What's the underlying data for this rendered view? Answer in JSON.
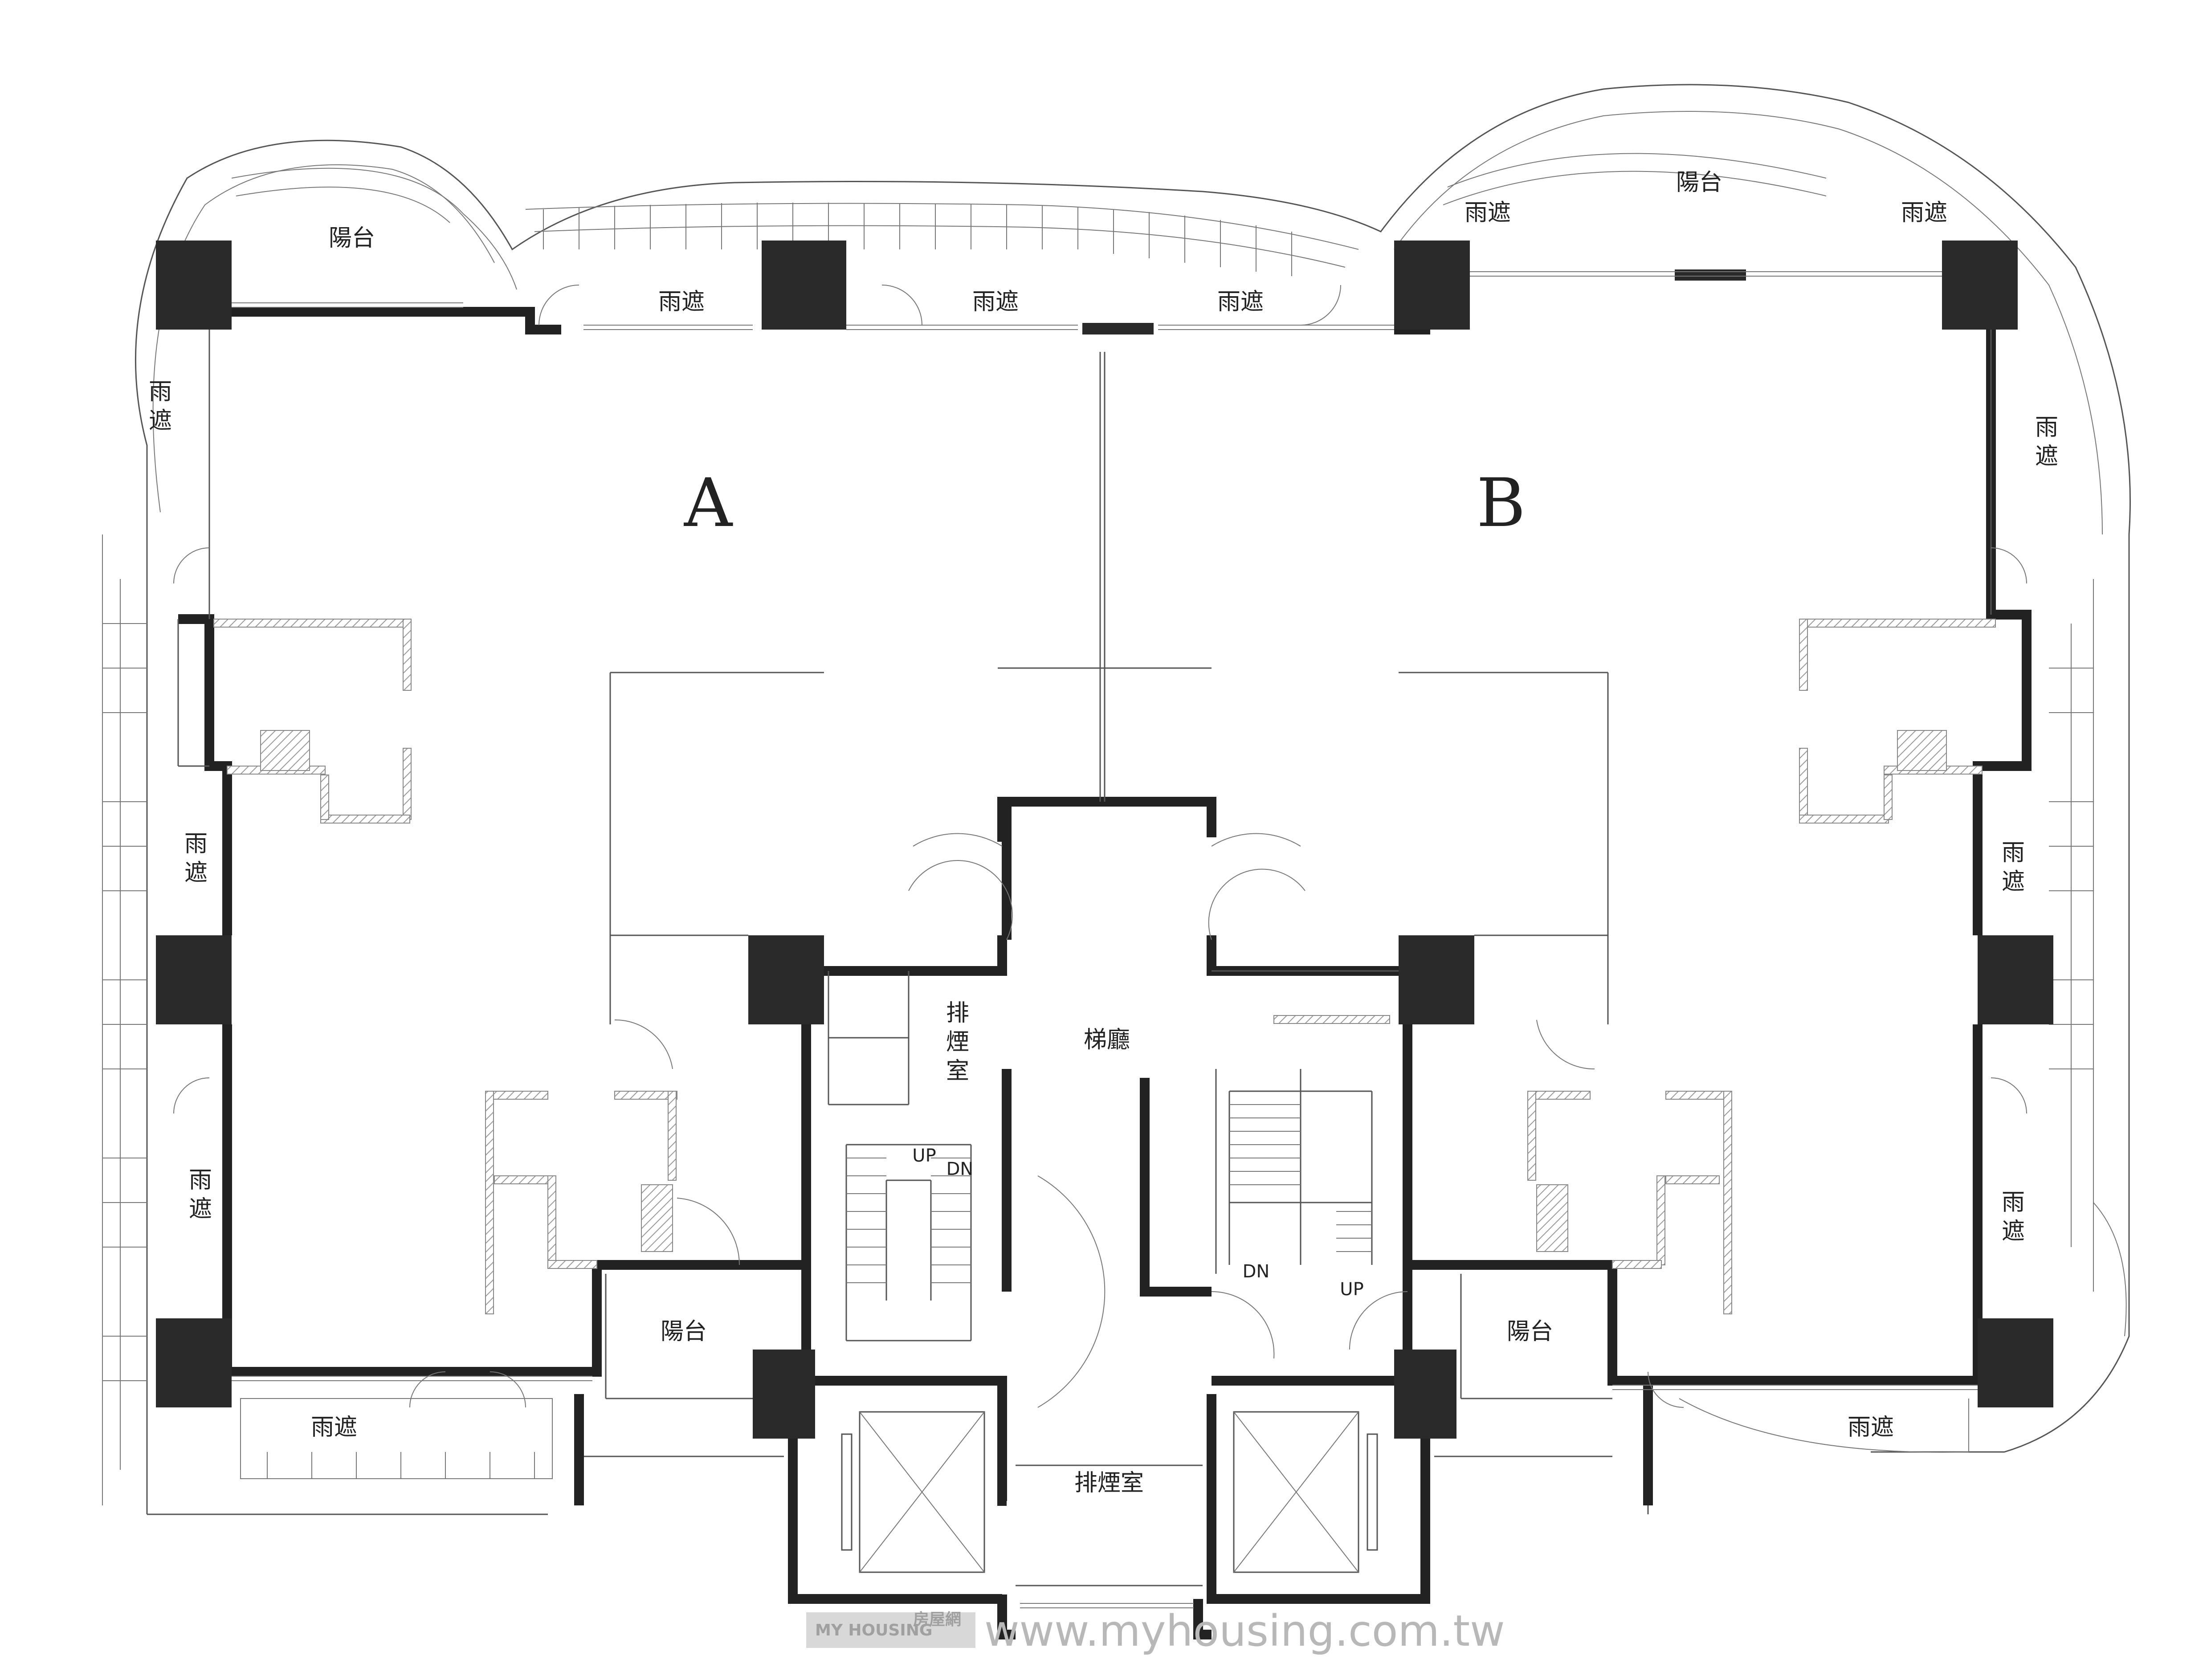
{
  "units": {
    "a": "A",
    "b": "B"
  },
  "labels": {
    "balcony": "陽台",
    "canopy": "雨遮",
    "elevator_lobby": "梯廳",
    "smoke_room": "排煙室",
    "smoke_room_v1": "排",
    "smoke_room_v2": "煙",
    "smoke_room_v3": "室",
    "canopy_v1": "雨",
    "canopy_v2": "遮",
    "up": "UP",
    "dn": "DN"
  },
  "watermark": {
    "url": "www.myhousing.com.tw",
    "brand": "MY HOUSING",
    "brand_cn": "房屋網"
  },
  "colors": {
    "wall": "#222222",
    "line": "#555555",
    "hatch": "#999999",
    "watermark": "#b8b8b8"
  }
}
